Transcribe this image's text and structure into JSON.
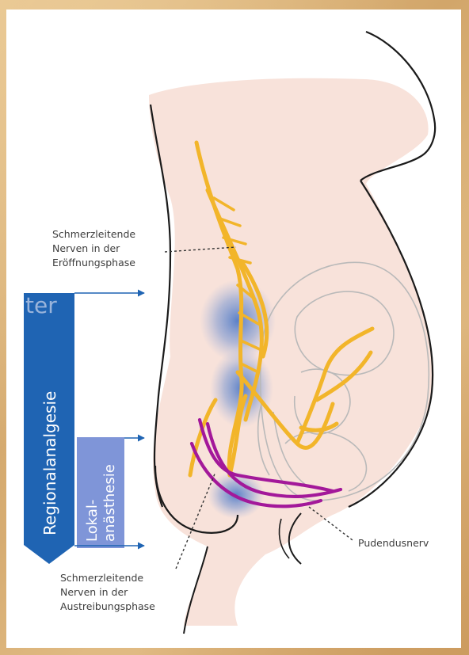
{
  "labels": {
    "top_line1": "Schmerzleitende",
    "top_line2": "Nerven in der",
    "top_line3": "Eröffnungsphase",
    "bottom_line1": "Schmerzleitende",
    "bottom_line2": "Nerven in der",
    "bottom_line3": "Austreibungsphase",
    "pudendus": "Pudendusnerv",
    "regional": "Regionalanalgesie",
    "lokal_line1": "Lokal-",
    "lokal_line2": "anästhesie",
    "fragment": "ter"
  },
  "colors": {
    "background": "#d9b27a",
    "panel": "#ffffff",
    "skin": "#f8e2da",
    "nerve_yellow": "#f2b52a",
    "pudendal_purple": "#a3189a",
    "block_dark_blue": "#1f64b3",
    "block_light_blue": "#7f95d8",
    "anesthesia_blue": "#3f6fc4",
    "fetus_outline": "#b9b9b9",
    "outline": "#1a1a1a"
  }
}
